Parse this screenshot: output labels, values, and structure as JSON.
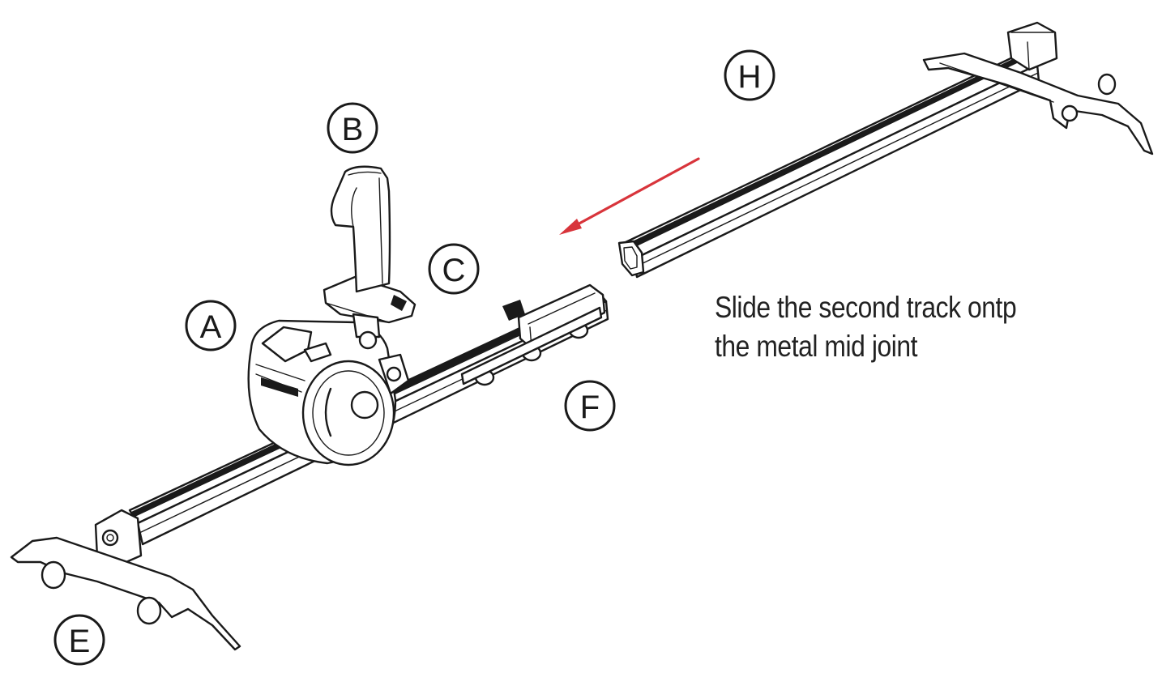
{
  "instruction": {
    "line1": "Slide the second track ontp",
    "line2": "the metal mid joint"
  },
  "callouts": {
    "A": "A",
    "B": "B",
    "C": "C",
    "E": "E",
    "F": "F",
    "H": "H"
  },
  "colors": {
    "arrow": "#d8343b",
    "ink": "#1a1a1a",
    "background": "#ffffff"
  }
}
